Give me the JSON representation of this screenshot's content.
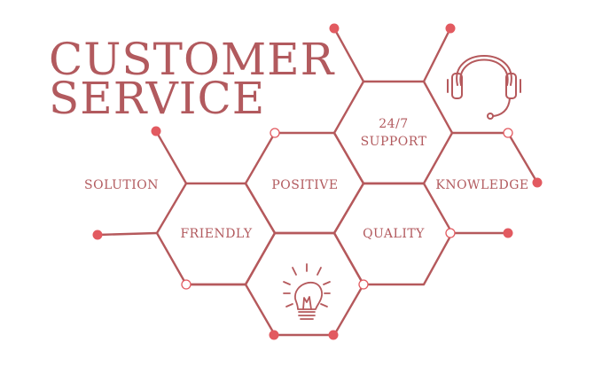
{
  "heading": {
    "line1": "CUSTOMER",
    "line2": "SERVICE"
  },
  "labels": {
    "support_top": "24/7",
    "support_bottom": "SUPPORT",
    "positive": "POSITIVE",
    "solution": "SOLUTION",
    "knowledge": "KNOWLEDGE",
    "friendly": "FRIENDLY",
    "quality": "QUALITY"
  },
  "icons": [
    "headset-icon",
    "light-bulb-icon"
  ],
  "colors": {
    "line": "#b5595c",
    "dot": "#e25a60",
    "text": "#b25a5e"
  }
}
